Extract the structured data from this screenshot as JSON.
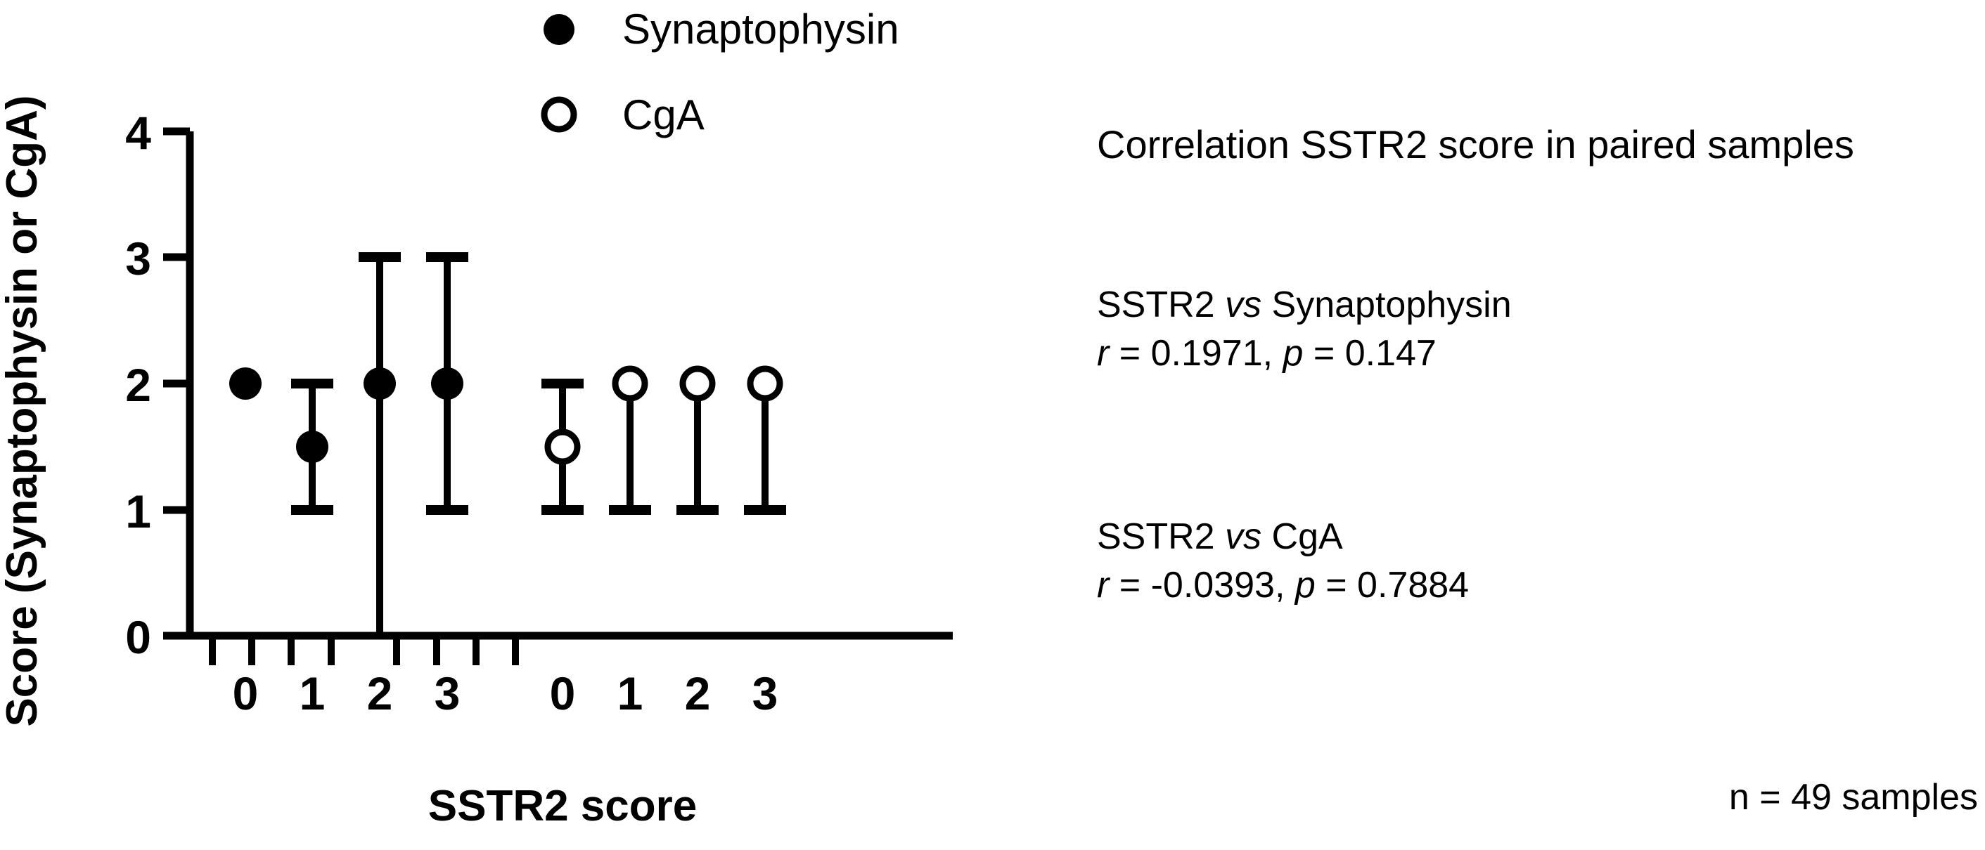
{
  "chart_data": {
    "type": "scatter",
    "title": "",
    "xlabel": "SSTR2 score",
    "ylabel": "Score (Synaptophysin or CgA)",
    "ylim": [
      0,
      4
    ],
    "yticks": [
      0,
      1,
      2,
      3,
      4
    ],
    "xtick_labels": [
      "0",
      "1",
      "2",
      "3",
      "0",
      "1",
      "2",
      "3"
    ],
    "grid": false,
    "legend_position": "top-center",
    "series": [
      {
        "name": "Synaptophysin",
        "marker": "filled-circle",
        "points": [
          {
            "x_label": "0",
            "value": 2.0,
            "err_low": null,
            "err_high": null
          },
          {
            "x_label": "1",
            "value": 1.5,
            "err_low": 1.0,
            "err_high": 2.0
          },
          {
            "x_label": "2",
            "value": 2.0,
            "err_low": 0.0,
            "err_high": 3.0
          },
          {
            "x_label": "3",
            "value": 2.0,
            "err_low": 1.0,
            "err_high": 3.0
          }
        ]
      },
      {
        "name": "CgA",
        "marker": "open-circle",
        "points": [
          {
            "x_label": "0",
            "value": 1.5,
            "err_low": 1.0,
            "err_high": 2.0
          },
          {
            "x_label": "1",
            "value": 2.0,
            "err_low": 1.0,
            "err_high": 2.0
          },
          {
            "x_label": "2",
            "value": 2.0,
            "err_low": 1.0,
            "err_high": 2.0
          },
          {
            "x_label": "3",
            "value": 2.0,
            "err_low": 1.0,
            "err_high": 2.0
          }
        ]
      }
    ]
  },
  "legend": {
    "items": [
      {
        "label": "Synaptophysin",
        "marker": "filled-circle"
      },
      {
        "label": "CgA",
        "marker": "open-circle"
      }
    ]
  },
  "axes": {
    "y_label": "Score (Synaptophysin or CgA)",
    "x_label": "SSTR2 score",
    "y_tick_0": "0",
    "y_tick_1": "1",
    "y_tick_2": "2",
    "y_tick_3": "3",
    "y_tick_4": "4",
    "x_tick_0": "0",
    "x_tick_1": "1",
    "x_tick_2": "2",
    "x_tick_3": "3",
    "x_tick_4": "0",
    "x_tick_5": "1",
    "x_tick_6": "2",
    "x_tick_7": "3"
  },
  "annotations": {
    "title": "Correlation SSTR2 score in paired samples",
    "blocks": [
      {
        "heading_pre": "SSTR2 ",
        "heading_ital": "vs",
        "heading_post": " Synaptophysin",
        "stat_r_sym": "r",
        "stat_r_val": " = 0.1971, ",
        "stat_p_sym": "p",
        "stat_p_val": " = 0.147"
      },
      {
        "heading_pre": "SSTR2 ",
        "heading_ital": "vs",
        "heading_post": " CgA",
        "stat_r_sym": "r",
        "stat_r_val": " = -0.0393, ",
        "stat_p_sym": "p",
        "stat_p_val": " = 0.7884"
      }
    ],
    "footer": "n = 49 samples"
  },
  "colors": {
    "foreground": "#000000",
    "background": "#ffffff"
  }
}
